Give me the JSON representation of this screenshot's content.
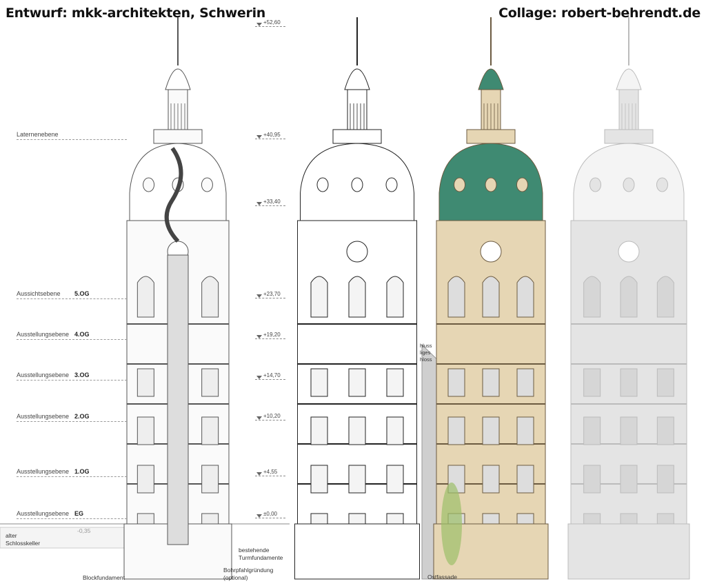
{
  "header": {
    "left": "Entwurf: mkk-architekten, Schwerin",
    "right": "Collage: robert-behrendt.de"
  },
  "levels": [
    {
      "name": "Laternenebene",
      "floor": ""
    },
    {
      "name": "Aussichtsebene",
      "floor": "5.OG"
    },
    {
      "name": "Ausstellungsebene",
      "floor": "4.OG"
    },
    {
      "name": "Ausstellungsebene",
      "floor": "3.OG"
    },
    {
      "name": "Ausstellungsebene",
      "floor": "2.OG"
    },
    {
      "name": "Ausstellungsebene",
      "floor": "1.OG"
    },
    {
      "name": "Ausstellungsebene",
      "floor": "EG"
    }
  ],
  "elevations": [
    "+52,60",
    "+40,95",
    "+33,40",
    "+23,70",
    "+19,20",
    "+14,70",
    "+10,20",
    "+4,55",
    "±0,00"
  ],
  "basement": {
    "label_1": "alter",
    "label_2": "Schlosskeller",
    "level": "-0,35"
  },
  "notes": {
    "foundation_existing_1": "bestehende",
    "foundation_existing_2": "Turmfundamente",
    "block": "Blockfundament",
    "piles_1": "Bohrpfahlgründung",
    "piles_2": "(optional)",
    "facade": "Ostfassade",
    "side_1": "hluss",
    "side_2": "liges",
    "side_3": "hloss"
  },
  "colors": {
    "dome": "#3f8a72",
    "stone": "#e6d6b4",
    "concrete": "#a0a0a0",
    "foundation": "#c8b49c",
    "model": "#e4e4e4"
  }
}
